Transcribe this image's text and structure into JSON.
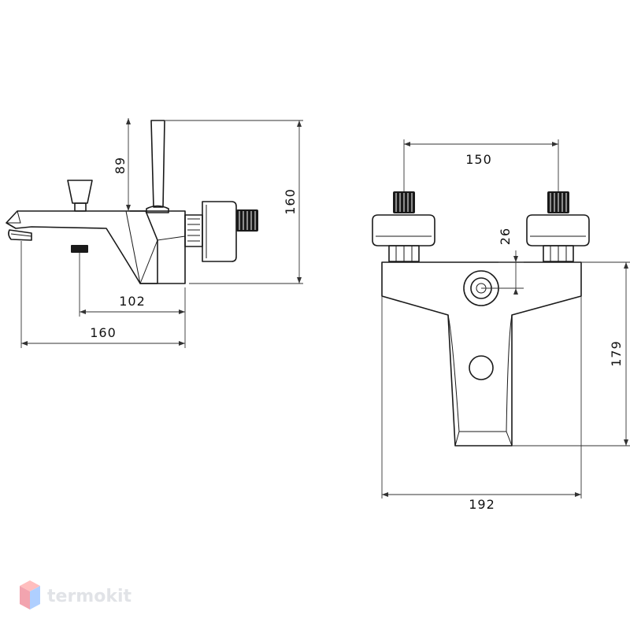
{
  "side_view": {
    "dims": {
      "height_top": "89",
      "height_total": "160",
      "spout_reach": "102",
      "total_depth": "160"
    }
  },
  "front_view": {
    "dims": {
      "inlet_spacing": "150",
      "inlet_offset": "26",
      "body_height": "179",
      "body_width": "192"
    }
  },
  "watermark": {
    "text": "termokit",
    "colors": {
      "top": "#ff8a8a",
      "left": "#e85b6f",
      "right": "#6fa9ff"
    }
  }
}
